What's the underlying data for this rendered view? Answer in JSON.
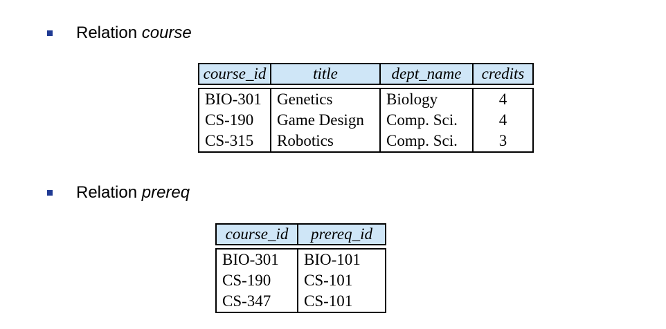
{
  "section1": {
    "prefix": "Relation",
    "name": "course"
  },
  "section2": {
    "prefix": "Relation",
    "name": "prereq"
  },
  "course_table": {
    "headers": [
      "course_id",
      "title",
      "dept_name",
      "credits"
    ],
    "rows": [
      [
        "BIO-301",
        "Genetics",
        "Biology",
        "4"
      ],
      [
        "CS-190",
        "Game Design",
        "Comp. Sci.",
        "4"
      ],
      [
        "CS-315",
        "Robotics",
        "Comp. Sci.",
        "3"
      ]
    ]
  },
  "prereq_table": {
    "headers": [
      "course_id",
      "prereq_id"
    ],
    "rows": [
      [
        "BIO-301",
        "BIO-101"
      ],
      [
        "CS-190",
        "CS-101"
      ],
      [
        "CS-347",
        "CS-101"
      ]
    ]
  },
  "colors": {
    "header_bg": "#cfe6f7",
    "bullet": "#1f3a93"
  }
}
